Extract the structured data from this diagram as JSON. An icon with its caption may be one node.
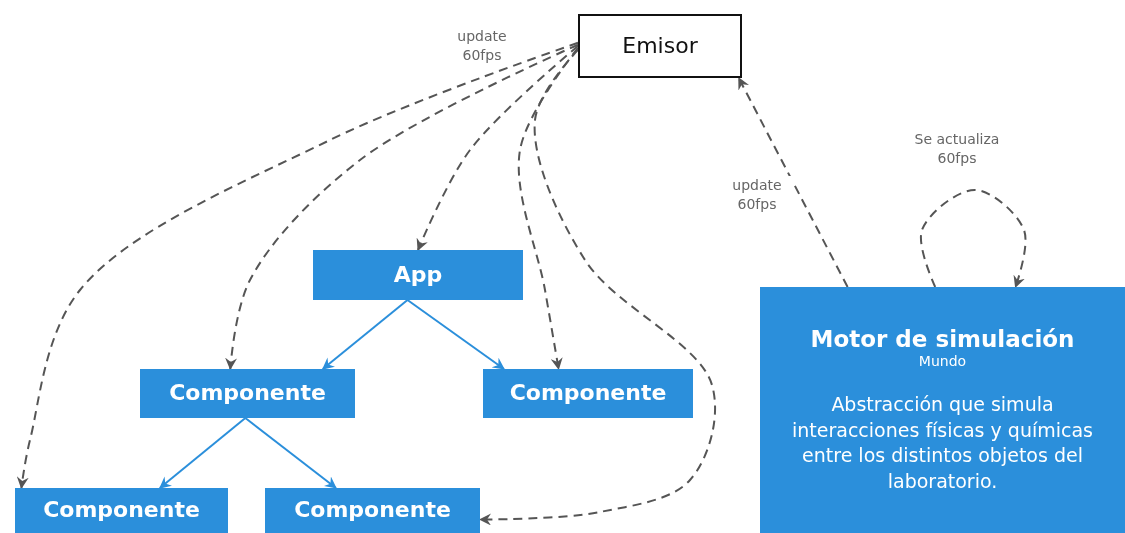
{
  "diagram": {
    "nodes": [
      {
        "text": [
          "Emisor"
        ]
      },
      {
        "text": [
          "App"
        ]
      },
      {
        "text": [
          "Componente"
        ]
      },
      {
        "text": [
          "Componente"
        ]
      },
      {
        "text": [
          "Componente"
        ]
      },
      {
        "text": [
          "Componente"
        ]
      },
      {
        "text": [
          "Motor de simulación",
          "Mundo",
          "Abstracción que simula interacciones físicas y químicas entre los distintos objetos del laboratorio."
        ]
      }
    ],
    "edges": [
      {
        "from": 0,
        "to": 4,
        "arrow": "to",
        "style": "dashed"
      },
      {
        "from": 0,
        "to": 2,
        "arrow": "to",
        "style": "dashed"
      },
      {
        "from": 0,
        "to": 1,
        "arrow": "to",
        "style": "dashed"
      },
      {
        "from": 0,
        "to": 3,
        "arrow": "to",
        "style": "dashed"
      },
      {
        "from": 0,
        "to": 5,
        "arrow": "to",
        "style": "dashed"
      },
      {
        "from": 1,
        "to": 2,
        "arrow": "to",
        "color": "#2b8fdb"
      },
      {
        "from": 1,
        "to": 3,
        "arrow": "to",
        "color": "#2b8fdb"
      },
      {
        "from": 2,
        "to": 4,
        "arrow": "to",
        "color": "#2b8fdb"
      },
      {
        "from": 2,
        "to": 5,
        "arrow": "to",
        "color": "#2b8fdb"
      },
      {
        "from": 6,
        "to": 0,
        "arrow": "to",
        "style": "dashed",
        "label": "update 60fps"
      },
      {
        "from": 6,
        "to": 6,
        "arrow": "to",
        "style": "dashed",
        "label": "Se actualiza 60fps"
      }
    ],
    "labels": [
      "update 60fps"
    ]
  }
}
